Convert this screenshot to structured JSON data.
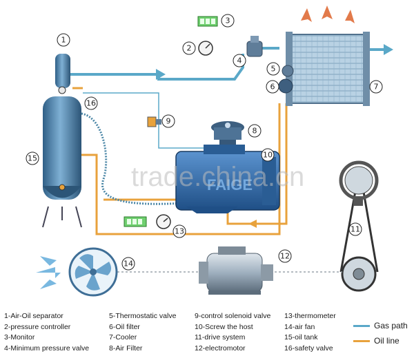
{
  "callouts": {
    "n1": "1",
    "n2": "2",
    "n3": "3",
    "n4": "4",
    "n5": "5",
    "n6": "6",
    "n7": "7",
    "n8": "8",
    "n9": "9",
    "n10": "10",
    "n11": "11",
    "n12": "12",
    "n13": "13",
    "n14": "14",
    "n15": "15",
    "n16": "16"
  },
  "legend": {
    "col1": [
      "1-Air-Oil separator",
      "2-pressure controller",
      "3-Monitor",
      "4-Minimum pressure valve"
    ],
    "col2": [
      "5-Thermostatic valve",
      "6-Oil filter",
      "7-Cooler",
      "8-Air Filter"
    ],
    "col3": [
      "9-control solenoid valve",
      "10-Screw the host",
      "11-drive system",
      "12-electromotor"
    ],
    "col4": [
      "13-thermometer",
      "14-air fan",
      "15-oil tank",
      "16-safety valve"
    ]
  },
  "keys": {
    "gas_path": "Gas path",
    "oil_line": "Oil line"
  },
  "colors": {
    "gas": "#5aa8c8",
    "oil": "#e8a23c",
    "tank": "#4a7fa4",
    "cooler": "#a7c4da",
    "compressor": "#2f6fb0",
    "air_arrow": "#79b8e0",
    "exhaust_arrow": "#e27a4a"
  },
  "watermark": {
    "site": "trade.china.cn",
    "brand": "FAIGE"
  }
}
